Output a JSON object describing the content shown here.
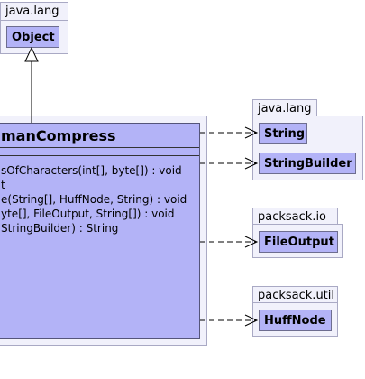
{
  "packages": {
    "java_lang_top": {
      "label": "java.lang",
      "classes": [
        "Object"
      ]
    },
    "java_lang_right": {
      "label": "java.lang",
      "classes": [
        "String",
        "StringBuilder"
      ]
    },
    "packsack_io": {
      "label": "packsack.io",
      "classes": [
        "FileOutput"
      ]
    },
    "packsack_util": {
      "label": "packsack.util",
      "classes": [
        "HuffNode"
      ]
    }
  },
  "main_class": {
    "name": "HuffmanCompress",
    "visible_name": "manCompress",
    "methods": [
      "sOfCharacters(int[], byte[]) : void",
      "t",
      "e(String[], HuffNode, String) : void",
      "yte[], FileOutput, String[]) : void",
      "StringBuilder) : String"
    ]
  },
  "colors": {
    "package_fill": "#f1f1fb",
    "package_border": "#a9a9c4",
    "class_fill": "#b3b3f7",
    "class_border": "#6d6d8f",
    "line": "#000000"
  }
}
